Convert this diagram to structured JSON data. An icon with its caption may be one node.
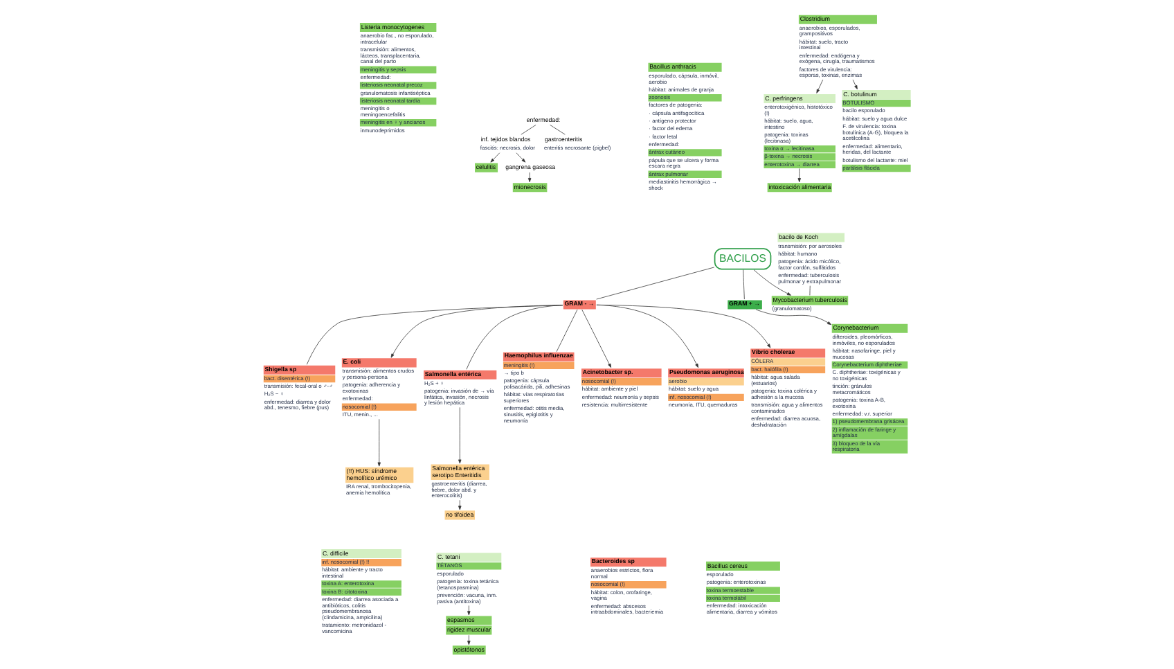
{
  "diagram": {
    "nodes": [
      {
        "text": [
          "BACILOS"
        ]
      },
      {
        "text": [
          "GRAM - →"
        ]
      },
      {
        "text": [
          "GRAM + →"
        ]
      },
      {
        "text": [
          "Bacteroides sp",
          "anaerobios estrictos, flora normal",
          "nosocomial (!)",
          "hábitat: colon, orofaringe, vagina",
          "enfermedad: abscesos intraabdominales, bacteriemia"
        ]
      },
      {
        "text": [
          "Shigella sp",
          "bact. disentérica (!)",
          "transmisión: fecal-oral o ♂-♂",
          "H₂S − ♀",
          "enfermedad: diarrea y dolor abd., tenesmo, fiebre (pus)"
        ]
      },
      {
        "text": [
          "E. coli",
          "transmisión: alimentos crudos y persona-persona",
          "patogenia: adherencia y exotoxinas",
          "enfermedad:",
          "nosocomial (!)",
          "ITU, menin., ..."
        ]
      },
      {
        "text": [
          "(!!) HUS: síndrome hemolítico urémico",
          "IRA renal, trombocitopenia, anemia hemolítica"
        ]
      },
      {
        "text": [
          "Salmonella entérica",
          "H₂S + ♀",
          "patogenia: invasión de → vía linfática, invasión, necrosis y lesión hepática"
        ]
      },
      {
        "text": [
          "Salmonella entérica serotipo Enteritidis",
          "gastroenteritis (diarrea, fiebre, dolor abd. y enterocolitis)"
        ]
      },
      {
        "text": [
          "no tifoidea"
        ]
      },
      {
        "text": [
          "Haemophilus influenzae",
          "meningitis (!)",
          "→ tipo b",
          "patogenia: cápsula polisacárida, pili, adhesinas",
          "hábitat: vías respiratorias superiores",
          "enfermedad: otitis media, sinusitis, epiglotitis y neumonía"
        ]
      },
      {
        "text": [
          "Acinetobacter sp.",
          "nosocomial (!)",
          "hábitat: ambiente y piel",
          "enfermedad: neumonía y sepsis",
          "resistencia: multirresistente"
        ]
      },
      {
        "text": [
          "Pseudomonas aeruginosa",
          "aerobio",
          "hábitat: suelo y agua",
          "inf. nosocomial (!)",
          "neumonía, ITU, quemaduras"
        ]
      },
      {
        "text": [
          "Vibrio cholerae",
          "CÓLERA",
          "bact. halófila (!)",
          "hábitat: agua salada (estuarios)",
          "patogenia: toxina colérica y adhesión a la mucosa",
          "transmisión: agua y alimentos contaminados",
          "enfermedad: diarrea acuosa, deshidratación"
        ]
      },
      {
        "text": [
          "Mycobacterium tuberculosis",
          "(granulomatoso)"
        ]
      },
      {
        "text": [
          "bacilo de Koch",
          "transmisión: por aerosoles",
          "hábitat: humano",
          "patogenia: ácido micólico, factor cordón, sulfátidos",
          "enfermedad: tuberculosis pulmonar y extrapulmonar"
        ]
      },
      {
        "text": [
          "Corynebacterium",
          "difteroides, pleomórficos, inmóviles, no esporulados",
          "hábitat: nasofaringe, piel y mucosas",
          "Corynebacterium diphtheriae",
          "C. diphtheriae: toxigénicas y no toxigénicas",
          "tinción: gránulos metacromáticos",
          "patogenia: toxina A-B, exotoxina",
          "enfermedad: v.r. superior",
          "1) pseudomembrana grisácea",
          "2) inflamación de faringe y amígdalas",
          "3) bloqueo de la vía respiratoria"
        ]
      },
      {
        "text": [
          "Listeria monocytogenes",
          "anaerobio fac., no esporulado, intracelular",
          "transmisión: alimentos, lácteos, transplacentaria, canal del parto",
          "meningitis y sepsis",
          "enfermedad:",
          "listeriosis neonatal precoz",
          "granulomatosis infantiséptica",
          "listeriosis neonatal tardía",
          "meningitis o meningoencefalitis",
          "meningitis en ♀ y ancianos",
          "inmunodeprimidos"
        ]
      },
      {
        "text": [
          "Bacillus cereus",
          "esporulado",
          "patogenia: enterotoxinas",
          "toxina termoestable",
          "toxina termolábil",
          "enfermedad: intoxicación alimentaria, diarrea y vómitos"
        ]
      },
      {
        "text": [
          "Bacillus anthracis",
          "esporulado, cápsula, inmóvil, aerobio",
          "hábitat: animales de granja",
          "zoonosis",
          "factores de patogenia:",
          "· cápsula antifagocítica",
          "· antígeno protector",
          "· factor del edema",
          "· factor letal",
          "enfermedad:",
          "ántrax cutáneo",
          "pápula que se ulcera y forma escara negra",
          "ántrax pulmonar",
          "mediastinitis hemorrágica → shock"
        ]
      },
      {
        "text": [
          "Clostridium",
          "anaerobios, esporulados, grampositivos",
          "hábitat: suelo, tracto intestinal",
          "enfermedad: endógena y exógena, cirugía, traumatismos",
          "factores de virulencia: esporas, toxinas, enzimas"
        ]
      },
      {
        "text": [
          "C. perfringens",
          "enterotoxigénico, histotóxico (!)",
          "hábitat: suelo, agua, intestino",
          "patogenia: toxinas (lecitinasa)",
          "toxina α → lecitinasa",
          "β-toxina → necrosis",
          "enterotoxina → diarrea"
        ]
      },
      {
        "text": [
          "intoxicación alimentaria"
        ]
      },
      {
        "text": [
          "enfermedad:"
        ]
      },
      {
        "text": [
          "inf. tejidos blandos",
          "fascitis: necrosis, dolor"
        ]
      },
      {
        "text": [
          "celulitis"
        ]
      },
      {
        "text": [
          "gangrena gaseosa"
        ]
      },
      {
        "text": [
          "mionecrosis"
        ]
      },
      {
        "text": [
          "gastroenteritis",
          "enteritis necrosante (pigbel)"
        ]
      },
      {
        "text": [
          "C. botulinum",
          "BOTULISMO",
          "bacilo esporulado",
          "hábitat: suelo y agua dulce",
          "F. de virulencia: toxina botulínica (A-G), bloquea la acetilcolina",
          "enfermedad: alimentario, heridas, del lactante",
          "botulismo del lactante: miel",
          "parálisis flácida"
        ]
      },
      {
        "text": [
          "C. tetani",
          "TÉTANOS",
          "esporulado",
          "patogenia: toxina tetánica (tetanospasmina)",
          "prevención: vacuna, inm. pasiva (antitoxina)"
        ]
      },
      {
        "text": [
          "espasmos",
          "rigidez muscular"
        ]
      },
      {
        "text": [
          "opistótonos"
        ]
      },
      {
        "text": [
          "C. difficile",
          "inf. nosocomial (!) !!",
          "hábitat: ambiente y tracto intestinal",
          "toxina A: enterotoxina",
          "toxina B: citotoxina",
          "enfermedad: diarrea asociada a antibióticos, colitis pseudomembranosa (clindamicina, ampicilina)",
          "tratamiento: metronidazol - vancomicina"
        ]
      }
    ],
    "edges": [
      {
        "from": 0,
        "to": 1,
        "arrow": "none"
      },
      {
        "from": 0,
        "to": 2,
        "arrow": "none"
      },
      {
        "from": 1,
        "to": 5,
        "arrow": "to"
      },
      {
        "from": 5,
        "to": 6,
        "arrow": "to"
      },
      {
        "from": 1,
        "to": 4,
        "arrow": "none"
      },
      {
        "from": 1,
        "to": 7,
        "arrow": "none"
      },
      {
        "from": 7,
        "to": 8,
        "arrow": "to"
      },
      {
        "from": 8,
        "to": 9,
        "arrow": "to"
      },
      {
        "from": 1,
        "to": 10,
        "arrow": "none"
      },
      {
        "from": 1,
        "to": 11,
        "arrow": "to"
      },
      {
        "from": 1,
        "to": 12,
        "arrow": "to"
      },
      {
        "from": 1,
        "to": 13,
        "arrow": "to"
      },
      {
        "from": 0,
        "to": 14,
        "arrow": "to"
      },
      {
        "from": 15,
        "to": 14,
        "arrow": "none"
      },
      {
        "from": 2,
        "to": 16,
        "arrow": "to"
      },
      {
        "from": 20,
        "to": 21,
        "arrow": "to"
      },
      {
        "from": 21,
        "to": 22,
        "arrow": "to"
      },
      {
        "from": 23,
        "to": 24,
        "arrow": "none"
      },
      {
        "from": 23,
        "to": 28,
        "arrow": "none"
      },
      {
        "from": 24,
        "to": 25,
        "arrow": "to"
      },
      {
        "from": 24,
        "to": 26,
        "arrow": "to"
      },
      {
        "from": 26,
        "to": 27,
        "arrow": "to"
      },
      {
        "from": 20,
        "to": 29,
        "arrow": "to"
      },
      {
        "from": 30,
        "to": 31,
        "arrow": "to"
      },
      {
        "from": 31,
        "to": 32,
        "arrow": "to"
      }
    ]
  }
}
